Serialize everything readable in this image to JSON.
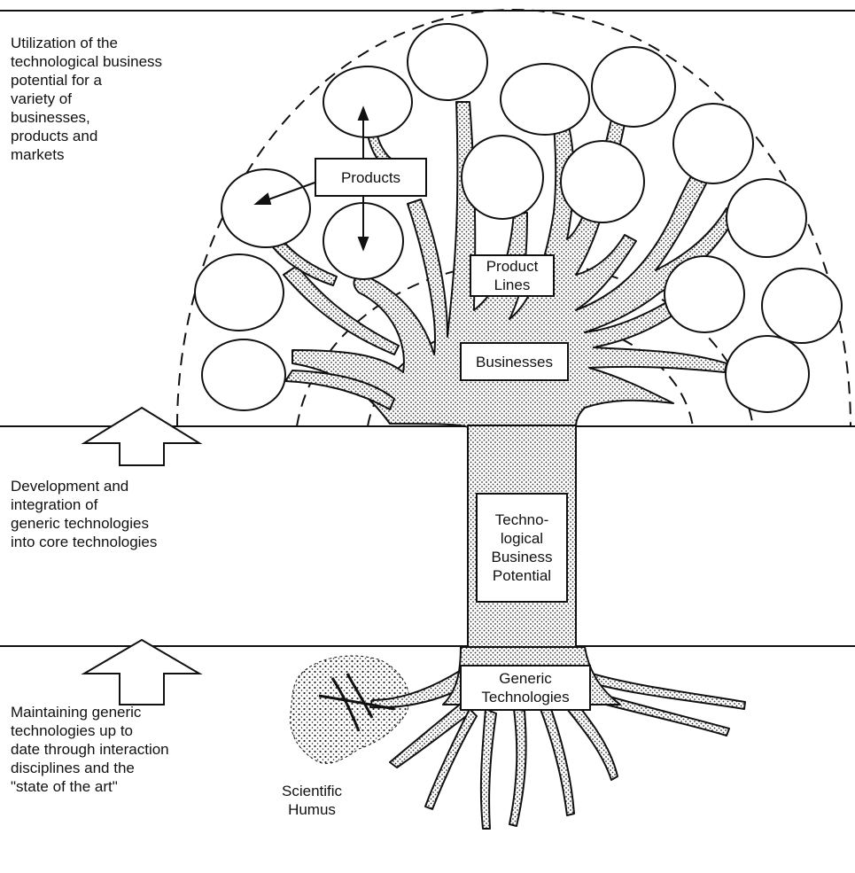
{
  "left_text": {
    "top": [
      "Utilization of the",
      "technological business",
      "potential for a",
      "variety of",
      "businesses,",
      "products and",
      "markets"
    ],
    "middle": [
      "Development and",
      "integration of",
      "generic technologies",
      "into core technologies"
    ],
    "bottom": [
      "Maintaining generic",
      "technologies up to",
      "date through interaction",
      "disciplines and the",
      "\"state of the art\""
    ]
  },
  "boxes": {
    "products": "Products",
    "product_lines": [
      "Product",
      "Lines"
    ],
    "businesses": "Businesses",
    "technological_business_potential": [
      "Techno-",
      "logical",
      "Business",
      "Potential"
    ],
    "generic_technologies": [
      "Generic",
      "Technologies"
    ]
  },
  "humus_label": [
    "Scientific",
    "Humus"
  ],
  "colors": {
    "ink": "#111111",
    "paper": "#ffffff"
  },
  "icons": [
    "up-arrow-icon",
    "up-arrow-icon"
  ]
}
